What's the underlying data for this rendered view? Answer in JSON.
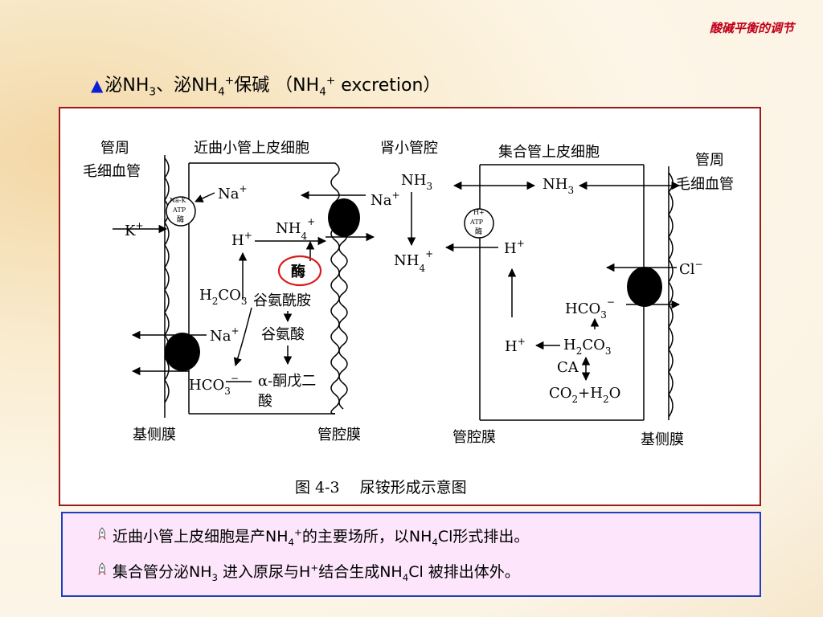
{
  "header": {
    "label": "酸碱平衡的调节"
  },
  "title": {
    "prefix": "泌NH",
    "sub1": "3",
    "mid": "、泌NH",
    "sub2": "4",
    "sup2": "+",
    "mid2": "保碱 （NH",
    "sub3": "4",
    "sup3": "+",
    "suffix": " excretion）"
  },
  "diagram": {
    "left": {
      "peritubular": [
        "管周",
        "毛细血管"
      ],
      "cell_title": "近曲小管上皮细胞",
      "na_atp_pump": [
        "Na-K",
        "ATP",
        "酶"
      ],
      "na_plus_top": "Na",
      "k_plus": "K",
      "h_plus": "H",
      "nh4": "NH",
      "enzyme": "酶",
      "h2co3": "H",
      "glutamine": "谷氨酰胺",
      "glutamate": "谷氨酸",
      "na_plus_bottom": "Na",
      "hco3": "HCO",
      "alpha_kg": [
        "α-酮戊二",
        "酸"
      ],
      "lumen_na": "Na",
      "basolateral": "基侧膜",
      "luminal": "管腔膜"
    },
    "lumen": {
      "title": "肾小管腔",
      "nh3": "NH",
      "nh4": "NH"
    },
    "right": {
      "cell_title": "集合管上皮细胞",
      "nh3": "NH",
      "h_atp_pump": [
        "H+",
        "ATP",
        "酶"
      ],
      "h_plus_top": "H",
      "peritubular": [
        "管周",
        "毛细血管"
      ],
      "cl_minus": "Cl",
      "hco3": "HCO",
      "h_plus_mid": "H",
      "h2co3": "H",
      "ca": "CA",
      "co2_h2o": "CO",
      "luminal": "管腔膜",
      "basolateral": "基侧膜"
    },
    "caption": "图 4-3　 尿铵形成示意图",
    "colors": {
      "enzyme_circle": "#d81c1c",
      "lines": "#000000",
      "pump_fill": "#000000"
    }
  },
  "notes": [
    {
      "bullet_icon": "rocket-bullet-icon",
      "parts": [
        "近曲小管上皮细胞是产NH",
        "4",
        "+",
        "的主要场所，以NH",
        "4",
        "Cl形式排出。"
      ]
    },
    {
      "bullet_icon": "rocket-bullet-icon",
      "parts": [
        "集合管分泌NH",
        "3",
        " 进入原尿与H",
        "+",
        "结合生成NH",
        "4",
        "Cl 被排出体外。"
      ]
    }
  ]
}
